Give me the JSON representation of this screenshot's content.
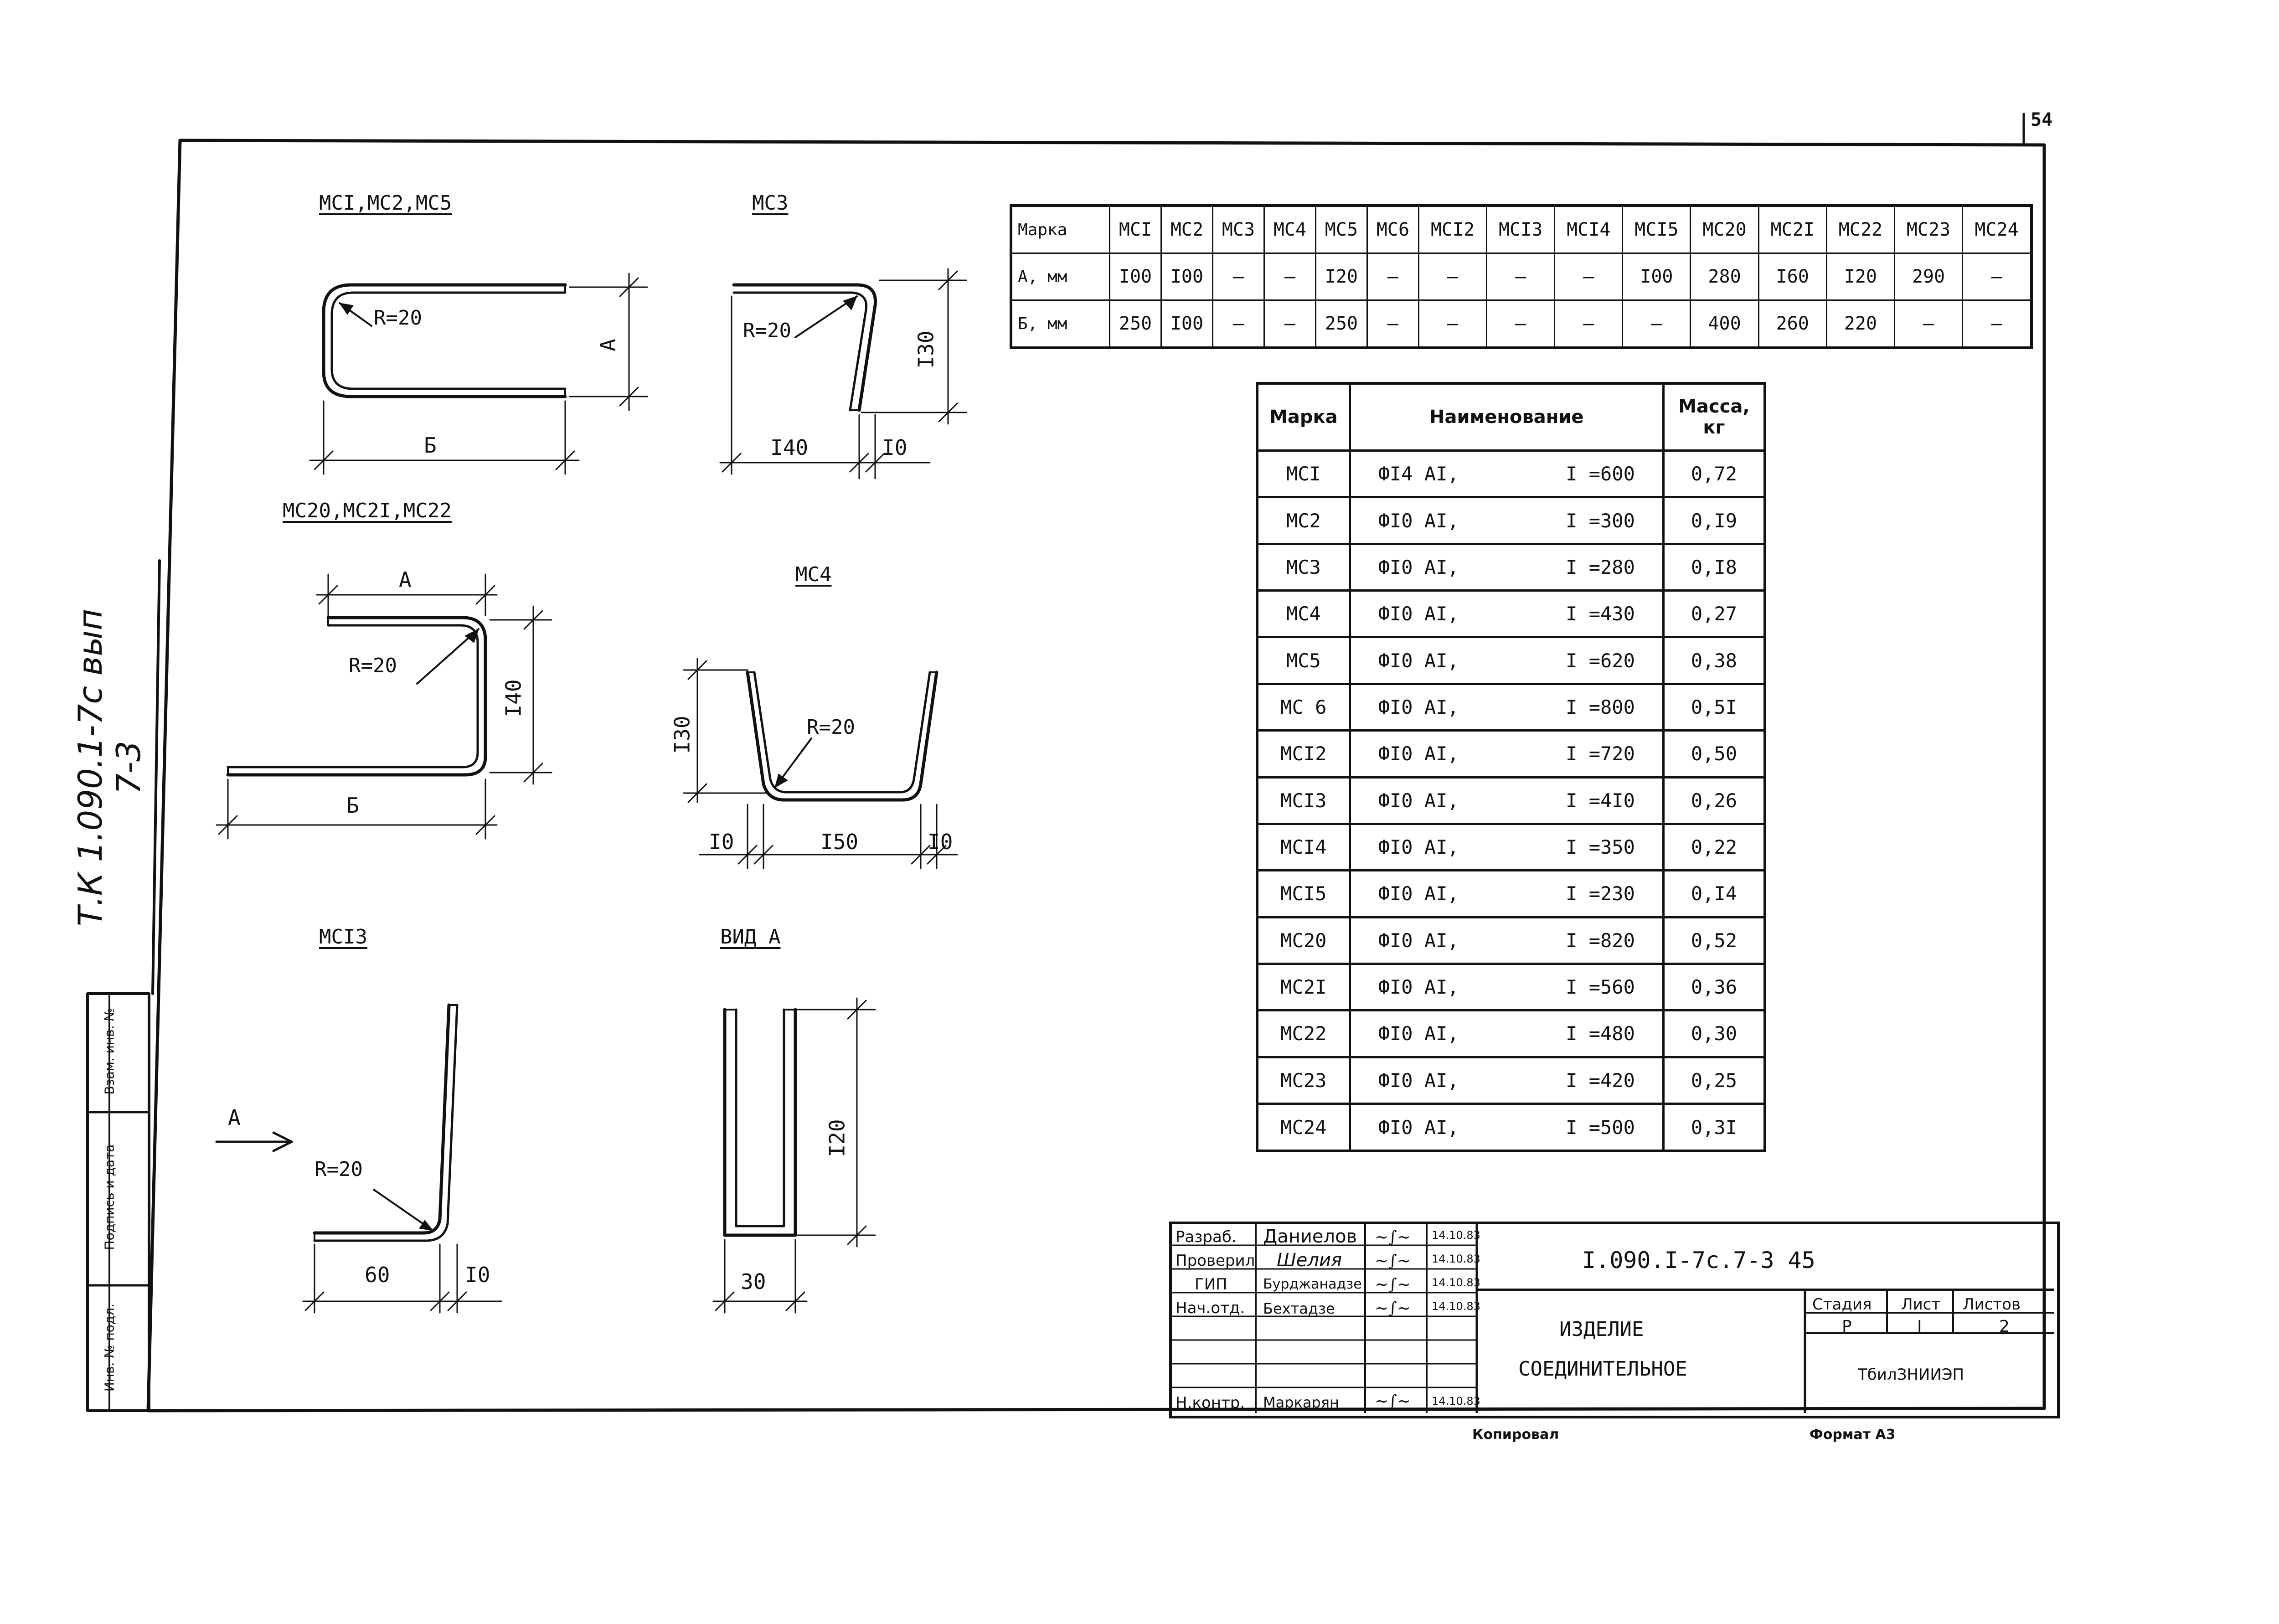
{
  "page_number": "54",
  "side_stamp": "Т.К 1.090.1-7с вып 7-3",
  "side_block_labels": [
    "Взам. инв. №",
    "Подпись и дата",
    "Инв. № подл."
  ],
  "views": {
    "mc1_mc2_mc5": {
      "title": "МСI,МС2,МС5",
      "radius": "R=20",
      "dim_a": "А",
      "dim_b": "Б"
    },
    "mc3": {
      "title": "МС3",
      "radius": "R=20",
      "dim_h": "I30",
      "dim_w": "I40",
      "dim_s": "I0"
    },
    "mc20_22": {
      "title": "МС20,МС2I,МС22",
      "radius": "R=20",
      "dim_a": "А",
      "dim_h": "I40",
      "dim_b": "Б"
    },
    "mc4": {
      "title": "МС4",
      "radius": "R=20",
      "dim_h": "I30",
      "dim_l": "I0",
      "dim_w": "I50",
      "dim_r": "I0"
    },
    "mc13": {
      "title": "МСI3",
      "radius": "R=20",
      "arrow": "А",
      "dim_w": "60",
      "dim_s": "I0"
    },
    "view_a": {
      "title": "ВИД А",
      "dim_h": "I20",
      "dim_w": "30"
    }
  },
  "dims_table": {
    "header": [
      "Марка",
      "МСI",
      "МС2",
      "МС3",
      "МС4",
      "МС5",
      "МС6",
      "МСI2",
      "МСI3",
      "МСI4",
      "МСI5",
      "МС20",
      "МС2I",
      "МС22",
      "МС23",
      "МС24"
    ],
    "rows": [
      [
        "А, мм",
        "I00",
        "I00",
        "–",
        "–",
        "I20",
        "–",
        "–",
        "–",
        "–",
        "I00",
        "280",
        "I60",
        "I20",
        "290",
        "–"
      ],
      [
        "Б, мм",
        "250",
        "I00",
        "–",
        "–",
        "250",
        "–",
        "–",
        "–",
        "–",
        "–",
        "400",
        "260",
        "220",
        "–",
        "–"
      ]
    ]
  },
  "spec_table": {
    "headers": [
      "Марка",
      "Наименование",
      "Масса, кг"
    ],
    "rows": [
      {
        "mark": "МСI",
        "dia": "ФI4 АI,",
        "len": "I =600",
        "mass": "0,72"
      },
      {
        "mark": "МС2",
        "dia": "ФI0 АI,",
        "len": "I =300",
        "mass": "0,I9"
      },
      {
        "mark": "МС3",
        "dia": "ФI0 АI,",
        "len": "I =280",
        "mass": "0,I8"
      },
      {
        "mark": "МС4",
        "dia": "ФI0 АI,",
        "len": "I =430",
        "mass": "0,27"
      },
      {
        "mark": "МС5",
        "dia": "ФI0 АI,",
        "len": "I =620",
        "mass": "0,38"
      },
      {
        "mark": "МС 6",
        "dia": "ФI0 АI,",
        "len": "I =800",
        "mass": "0,5I"
      },
      {
        "mark": "МСI2",
        "dia": "ФI0 АI,",
        "len": "I =720",
        "mass": "0,50"
      },
      {
        "mark": "МСI3",
        "dia": "ФI0 АI,",
        "len": "I =4I0",
        "mass": "0,26"
      },
      {
        "mark": "МСI4",
        "dia": "ФI0 АI,",
        "len": "I =350",
        "mass": "0,22"
      },
      {
        "mark": "МСI5",
        "dia": "ФI0 АI,",
        "len": "I =230",
        "mass": "0,I4"
      },
      {
        "mark": "МС20",
        "dia": "ФI0 АI,",
        "len": "I =820",
        "mass": "0,52"
      },
      {
        "mark": "МС2I",
        "dia": "ФI0 АI,",
        "len": "I =560",
        "mass": "0,36"
      },
      {
        "mark": "МС22",
        "dia": "ФI0 АI,",
        "len": "I =480",
        "mass": "0,30"
      },
      {
        "mark": "МС23",
        "dia": "ФI0 АI,",
        "len": "I =420",
        "mass": "0,25"
      },
      {
        "mark": "МС24",
        "dia": "ФI0 АI,",
        "len": "I =500",
        "mass": "0,3I"
      }
    ]
  },
  "title_block": {
    "roles": [
      "Разраб.",
      "Проверил",
      "ГИП",
      "Нач.отд.",
      "Н.контр."
    ],
    "names": [
      "Даниелов",
      "Шелия",
      "Бурджанадзе",
      "Бехтадзе",
      "Маркарян"
    ],
    "dates": [
      "14.10.83",
      "14.10.83",
      "14.10.83",
      "14.10.83",
      "14.10.83"
    ],
    "doc_code": "I.090.I-7с.7-3 45",
    "product_line1": "ИЗДЕЛИЕ",
    "product_line2": "СОЕДИНИТЕЛЬНОЕ",
    "stage_label": "Стадия",
    "sheet_label": "Лист",
    "sheets_label": "Листов",
    "stage": "Р",
    "sheet": "I",
    "sheets": "2",
    "org": "ТбилЗНИИЭП"
  },
  "footer": {
    "copied": "Копировал",
    "format": "Формат А3"
  }
}
